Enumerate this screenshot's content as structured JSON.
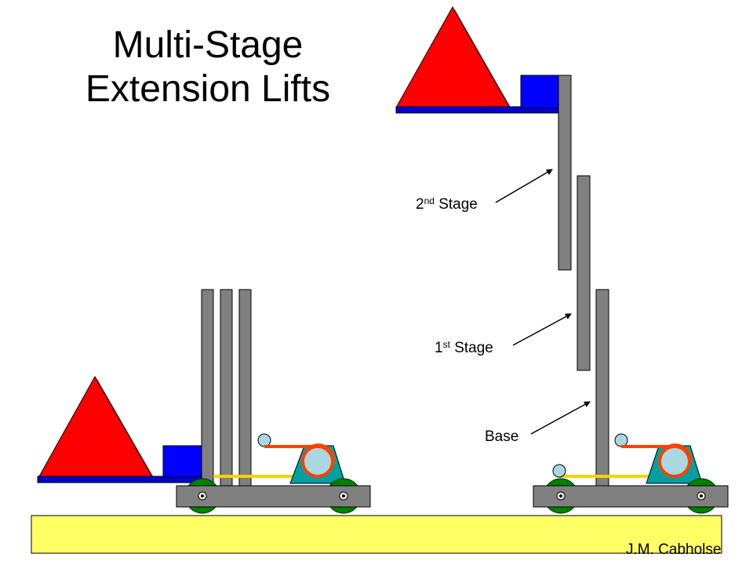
{
  "title": {
    "line1": "Multi-Stage",
    "line2": "Extension Lifts"
  },
  "labels": {
    "stage2_num": "2",
    "stage2_sup": "nd",
    "stage2_text": " Stage",
    "stage1_num": "1",
    "stage1_sup": "st",
    "stage1_text": " Stage",
    "base": "Base"
  },
  "credit": "J.M. Cabholse",
  "colors": {
    "triangle": "#ff0000",
    "block": "#0000ff",
    "rail": "#808080",
    "wheel": "#008000",
    "ground": "#ffff66",
    "winch_mount": "#00a0a0",
    "pulley": "#aad8e0",
    "cable": "#ff4000",
    "belt": "#ffd000"
  }
}
